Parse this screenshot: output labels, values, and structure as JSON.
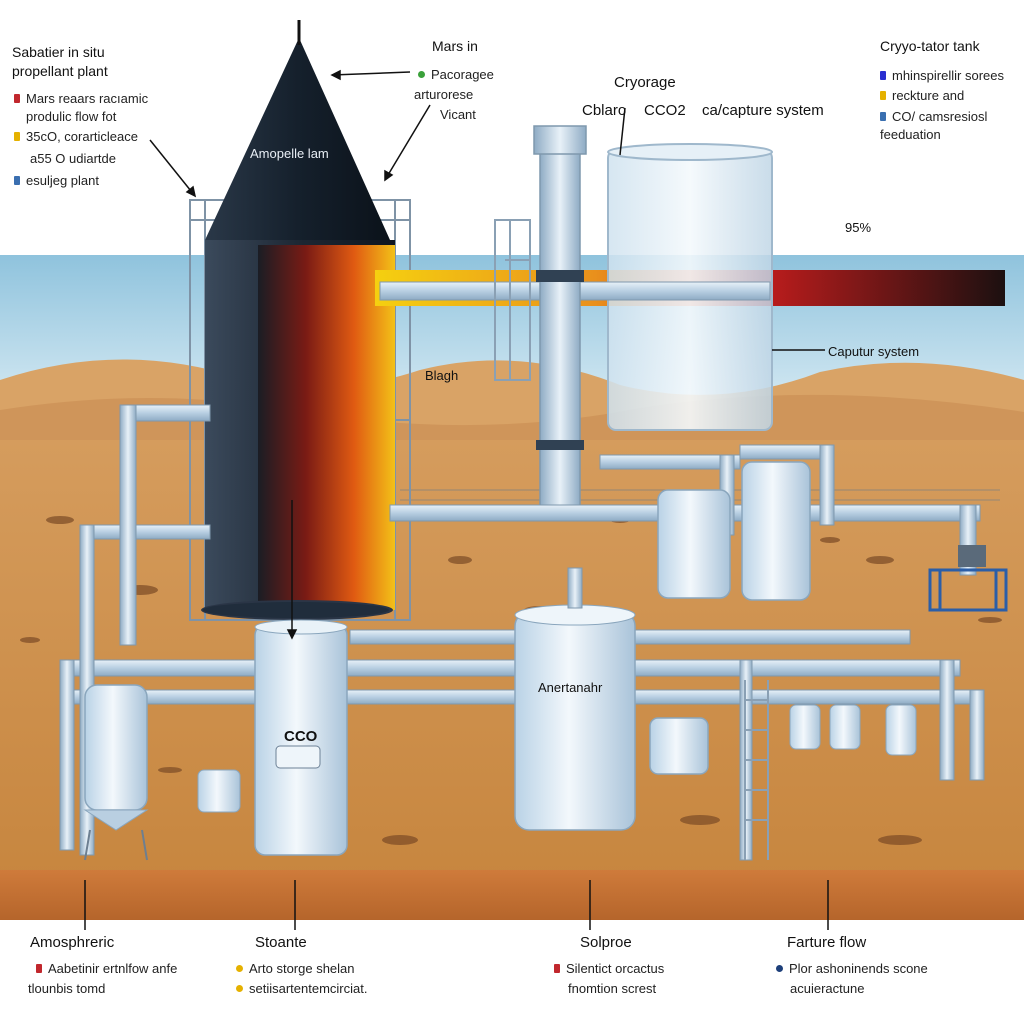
{
  "colors": {
    "sky": "#9ccbe3",
    "sand": "#d9a366",
    "ground": "#c98a4c",
    "tank_dark": "#1f2b3a",
    "pipe": "#c9dbe9",
    "accent_red": "#c1272d",
    "accent_yellow": "#e5b100",
    "accent_blue": "#3a6fb0",
    "accent_green": "#3aa13a",
    "accent_purple": "#2a2fd0",
    "accent_navy": "#1d3f7a"
  },
  "top_left": {
    "title_line1": "Sabatier in situ",
    "title_line2": "propellant plant",
    "items": [
      {
        "text": "Mars reaars racıamic",
        "color": "#c1272d"
      },
      {
        "text": "produlic flow fot",
        "color": ""
      },
      {
        "text": "35cO, corarticleace",
        "color": "#e5b100"
      },
      {
        "text": "a55 O udiartde",
        "color": ""
      },
      {
        "text": "esuljeg plant",
        "color": "#3a6fb0"
      }
    ]
  },
  "top_center": {
    "title": "Mars in",
    "items": [
      {
        "text": "Pacoragee",
        "color": "#3aa13a"
      },
      {
        "text": "arturorese",
        "color": ""
      },
      {
        "text": "Vicant",
        "color": ""
      }
    ]
  },
  "cryorage": {
    "title": "Cryorage",
    "line_a": "Cblaro",
    "line_b": "CCO2",
    "line_c": "ca/capture system"
  },
  "top_right": {
    "title": "Cryyo-tator tank",
    "items": [
      {
        "text": "mhinspirellir sorees",
        "color": "#2a2fd0"
      },
      {
        "text": "reckture and",
        "color": "#e5b100"
      },
      {
        "text": "CO/ camsresiosl",
        "color": "#3a6fb0"
      },
      {
        "text": "feeduation",
        "color": ""
      }
    ]
  },
  "tank_labels": {
    "main_tank": "Amopelle lam",
    "percent": "95%",
    "capture": "Caputur system",
    "blagh": "Blagh",
    "co": "CCO",
    "storage": "Anertanahr"
  },
  "bottom": [
    {
      "head": "Amosphreric",
      "line1": "Aabetinir ertnlfow anfe",
      "line2": "tlounbis tomd",
      "color": "#c1272d"
    },
    {
      "head": "Stoante",
      "line1": "Arto storge shelan",
      "line2": "setiisartentemcirciat.",
      "color": "#e5b100"
    },
    {
      "head": "Solproe",
      "line1": "Silentict orcactus",
      "line2": "fnomtion screst",
      "color": "#c1272d"
    },
    {
      "head": "Farture flow",
      "line1": "Plor ashoninends scone",
      "line2": "acuieractune",
      "color": "#1d3f7a"
    }
  ]
}
